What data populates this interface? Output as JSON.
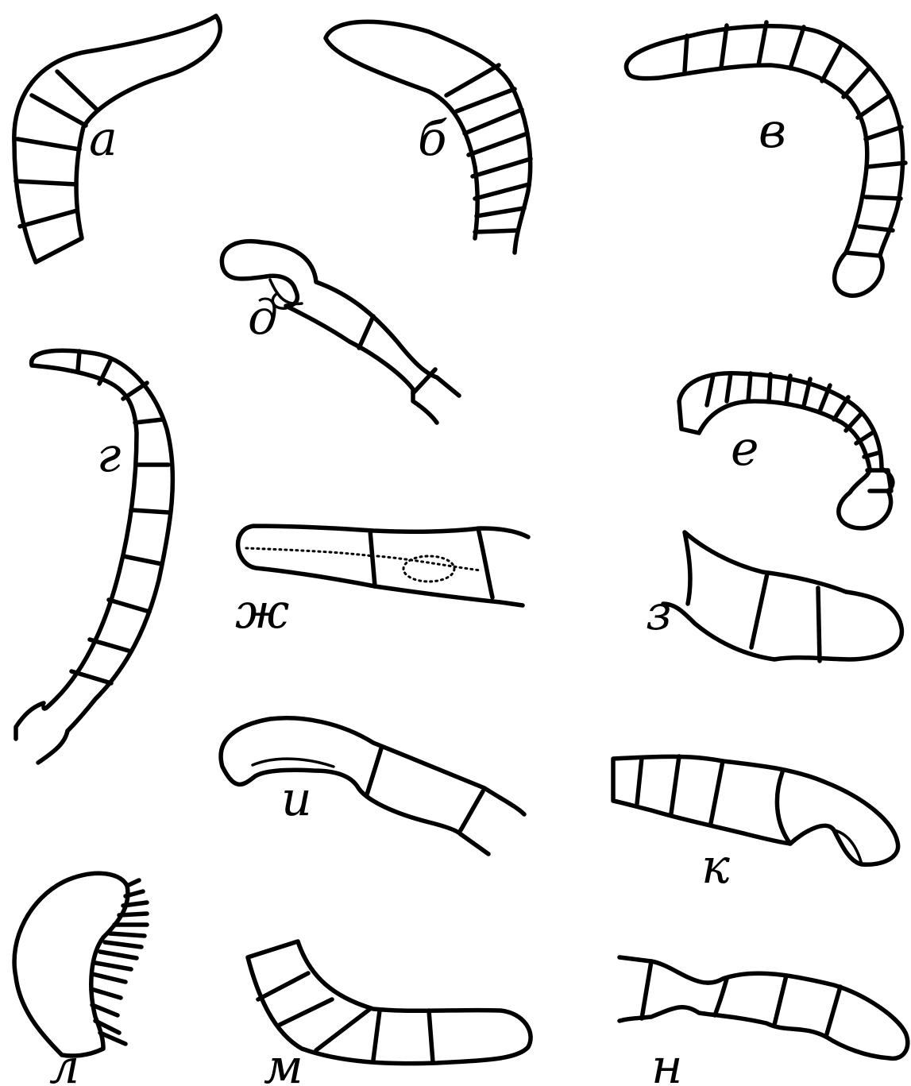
{
  "figure": {
    "labels": {
      "a": "а",
      "b": "б",
      "v": "в",
      "g": "г",
      "d": "д",
      "e": "е",
      "zh": "ж",
      "z": "з",
      "i": "и",
      "k": "к",
      "l": "л",
      "m": "м",
      "n": "н"
    }
  }
}
